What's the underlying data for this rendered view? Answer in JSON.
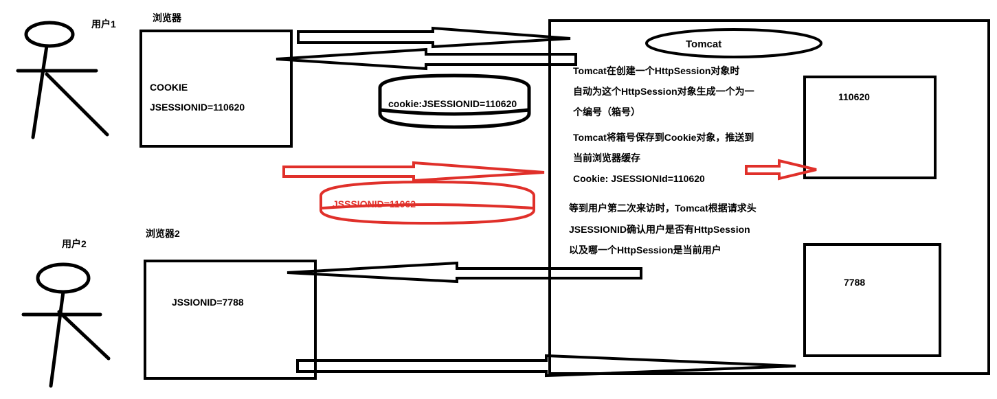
{
  "user1": {
    "label": "用户1"
  },
  "user2": {
    "label": "用户2"
  },
  "browser1": {
    "title": "浏览器",
    "line1": "COOKIE",
    "line2": "JSESSIONID=110620"
  },
  "browser2": {
    "title": "浏览器2",
    "content": "JSSIONID=7788"
  },
  "cookie_cylinder": {
    "label": "cookie:JSESSIONID=110620"
  },
  "red_cylinder": {
    "label": "JSSSIONID=11062"
  },
  "tomcat": {
    "title": "Tomcat",
    "notes": [
      "Tomcat在创建一个HttpSession对象时",
      "自动为这个HttpSession对象生成一个为一",
      "个编号（箱号）",
      "Tomcat将箱号保存到Cookie对象，推送到",
      "当前浏览器缓存",
      "Cookie: JSESSIONId=110620",
      "等到用户第二次来访时，Tomcat根据请求头",
      "JSESSIONID确认用户是否有HttpSession",
      "以及哪一个HttpSession是当前用户"
    ],
    "session1": "110620",
    "session2": "7788"
  },
  "colors": {
    "ink": "#000000",
    "highlight": "#e0302a"
  }
}
